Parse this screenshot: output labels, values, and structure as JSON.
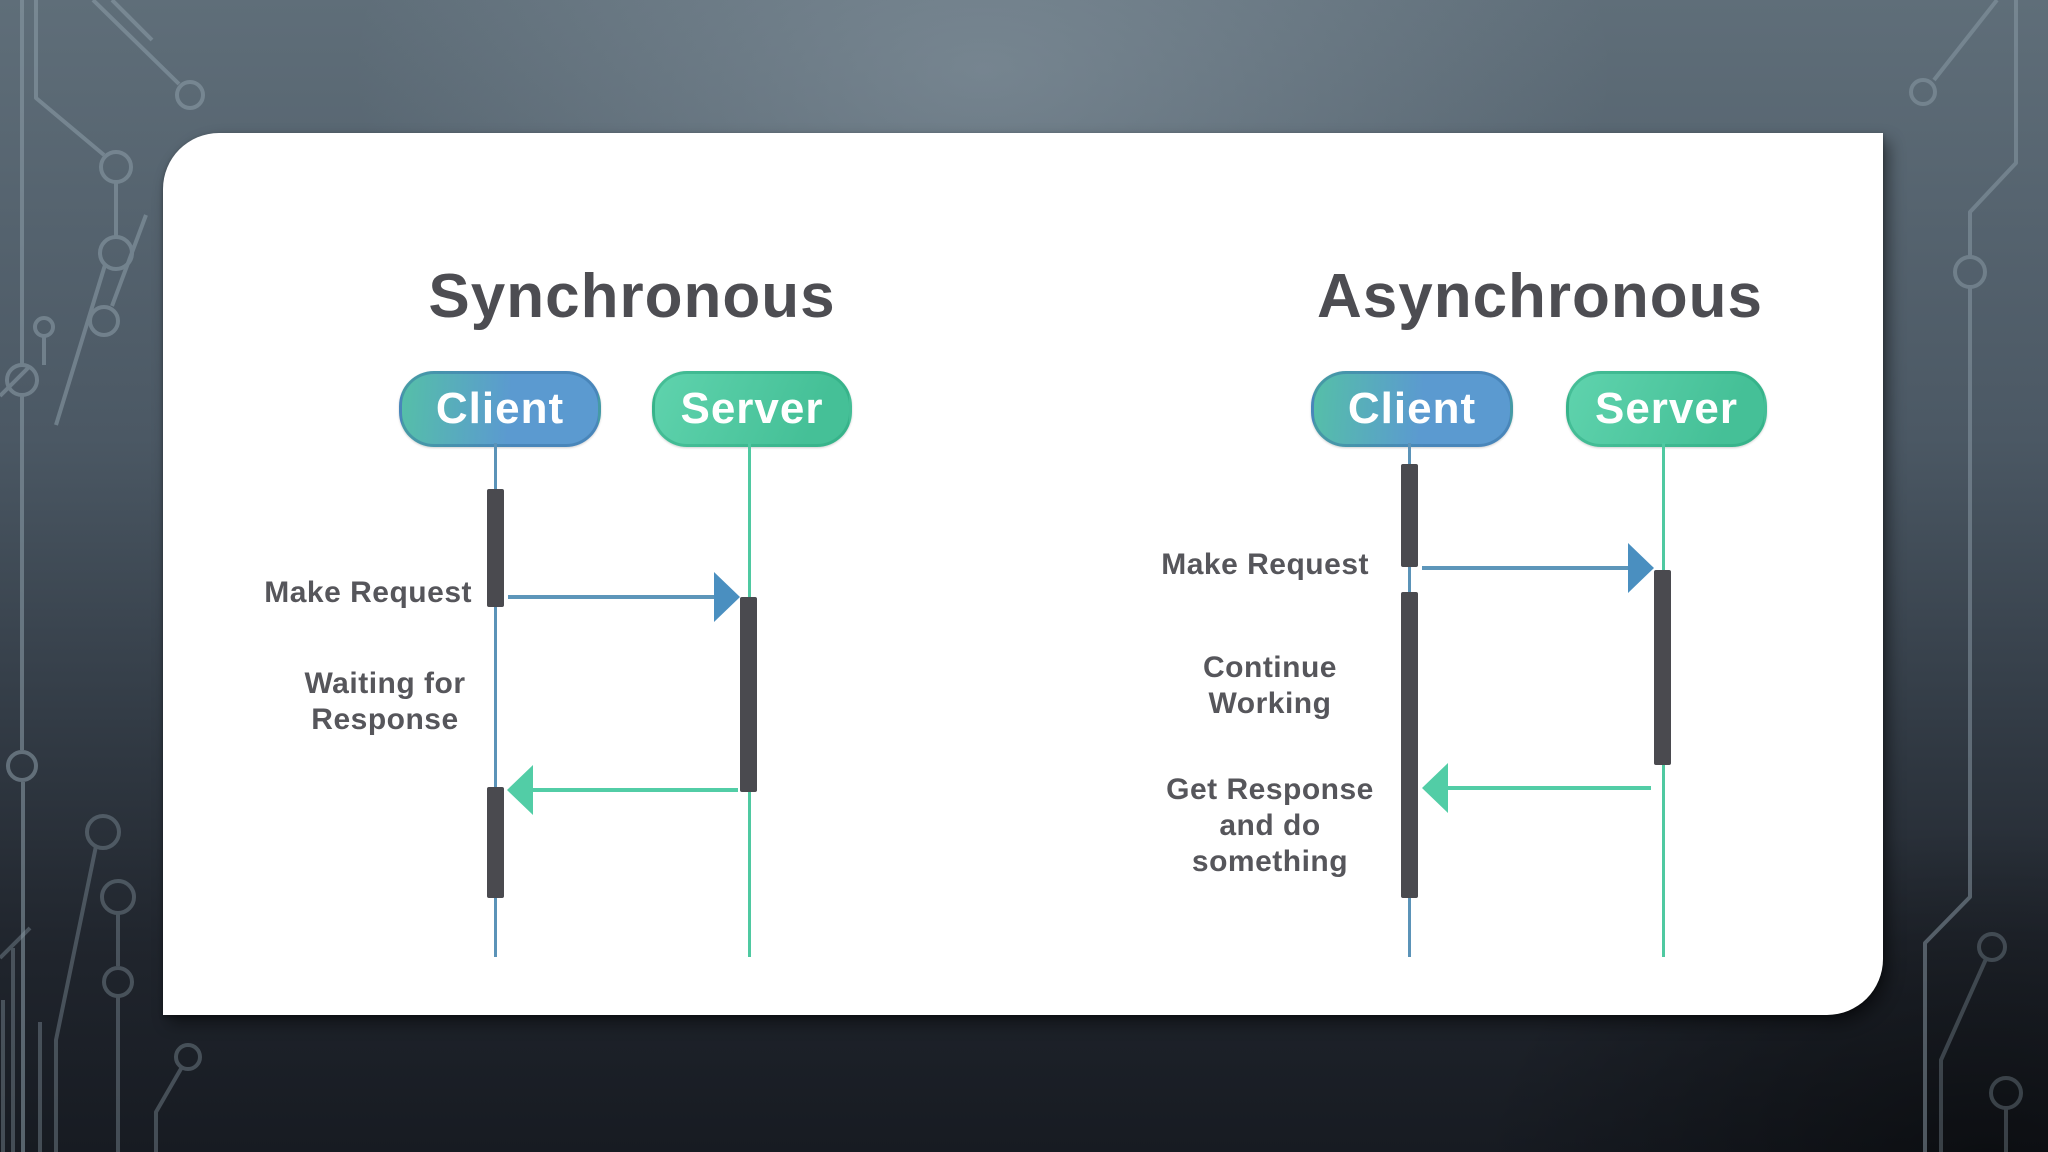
{
  "slide": {
    "description": "Synchronous vs Asynchronous client-server sequence diagrams on a white card over a dark circuit-board themed slide background"
  },
  "diagrams": [
    {
      "title": "Synchronous",
      "actors": [
        "Client",
        "Server"
      ],
      "messages": [
        {
          "type": "request",
          "from": "Client",
          "to": "Server",
          "label": "Make Request"
        },
        {
          "type": "note",
          "actor": "Client",
          "lines": [
            "Waiting for",
            "Response"
          ]
        },
        {
          "type": "response",
          "from": "Server",
          "to": "Client",
          "label": ""
        }
      ]
    },
    {
      "title": "Asynchronous",
      "actors": [
        "Client",
        "Server"
      ],
      "messages": [
        {
          "type": "request",
          "from": "Client",
          "to": "Server",
          "label": "Make Request"
        },
        {
          "type": "note",
          "actor": "Client",
          "lines": [
            "Continue",
            "Working"
          ]
        },
        {
          "type": "response",
          "from": "Server",
          "to": "Client",
          "lines": [
            "Get Response",
            "and do something"
          ]
        }
      ]
    }
  ],
  "colors": {
    "card_bg": "#ffffff",
    "title_text": "#4d4d52",
    "label_text": "#56565b",
    "client_pill_start": "#55bfa8",
    "client_pill_end": "#5b9ad0",
    "server_pill_start": "#5fd3ad",
    "server_pill_end": "#45c097",
    "client_lifeline": "#5b93b8",
    "server_lifeline": "#4fc9a1",
    "request_arrow": "#4a8fc0",
    "request_arrow_line": "#5d96ba",
    "response_arrow": "#52cda6",
    "activation_bar": "#4a4a4f",
    "circuit_line": "#8d9ea9"
  }
}
